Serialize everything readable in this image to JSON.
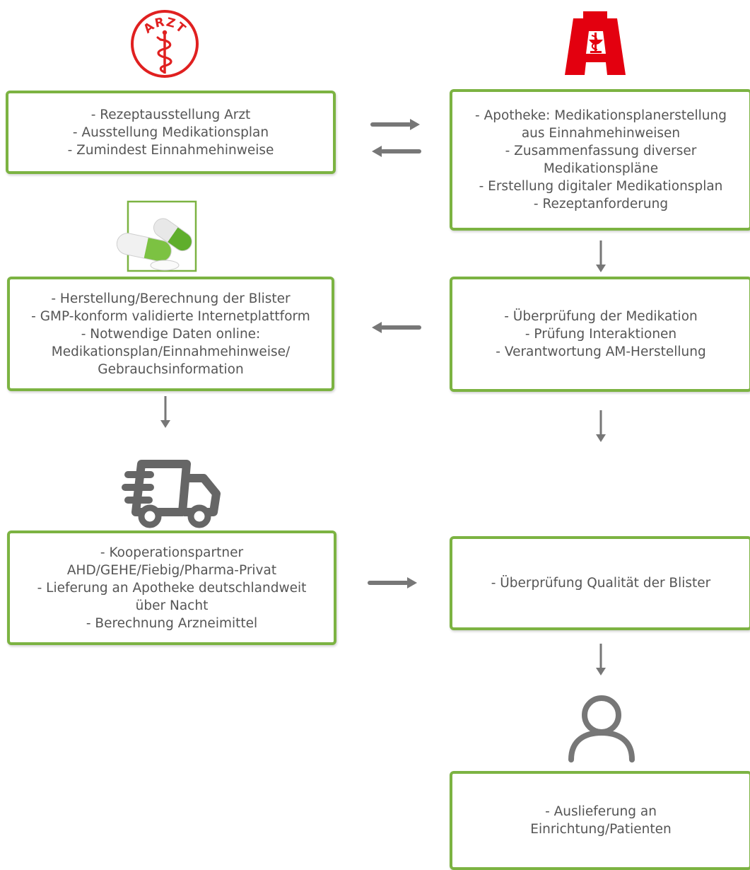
{
  "colors": {
    "box_border": "#7cb342",
    "text": "#555555",
    "arrow": "#777777",
    "arzt_red": "#e02020",
    "apotheke_red": "#e3000f"
  },
  "icons": {
    "arzt": "arzt-logo-icon",
    "apotheke": "apotheke-a-icon",
    "pills": "pills-icon",
    "truck": "delivery-truck-icon",
    "person": "person-icon"
  },
  "arzt_logo_text": "ARZT",
  "boxes": {
    "arzt": [
      "- Rezeptausstellung Arzt",
      "- Ausstellung Medikationsplan",
      "- Zumindest Einnahmehinweise"
    ],
    "apotheke": [
      "- Apotheke: Medikationsplanerstellung",
      "aus Einnahmehinweisen",
      "- Zusammenfassung diverser",
      "Medikationspläne",
      "- Erstellung digitaler Medikationsplan",
      "- Rezeptanforderung"
    ],
    "herstellung": [
      "- Herstellung/Berechnung der Blister",
      "- GMP-konform validierte Internetplattform",
      "- Notwendige Daten online:",
      "Medikationsplan/Einnahmehinweise/",
      "Gebrauchsinformation"
    ],
    "pruefung": [
      "- Überprüfung der Medikation",
      "- Prüfung Interaktionen",
      "- Verantwortung AM-Herstellung"
    ],
    "kooperation": [
      "- Kooperationspartner",
      "AHD/GEHE/Fiebig/Pharma-Privat",
      "- Lieferung an Apotheke deutschlandweit",
      "über Nacht",
      "- Berechnung Arzneimittel"
    ],
    "qualitaet": [
      "- Überprüfung Qualität der Blister"
    ],
    "auslieferung": [
      "- Auslieferung an",
      "Einrichtung/Patienten"
    ]
  }
}
